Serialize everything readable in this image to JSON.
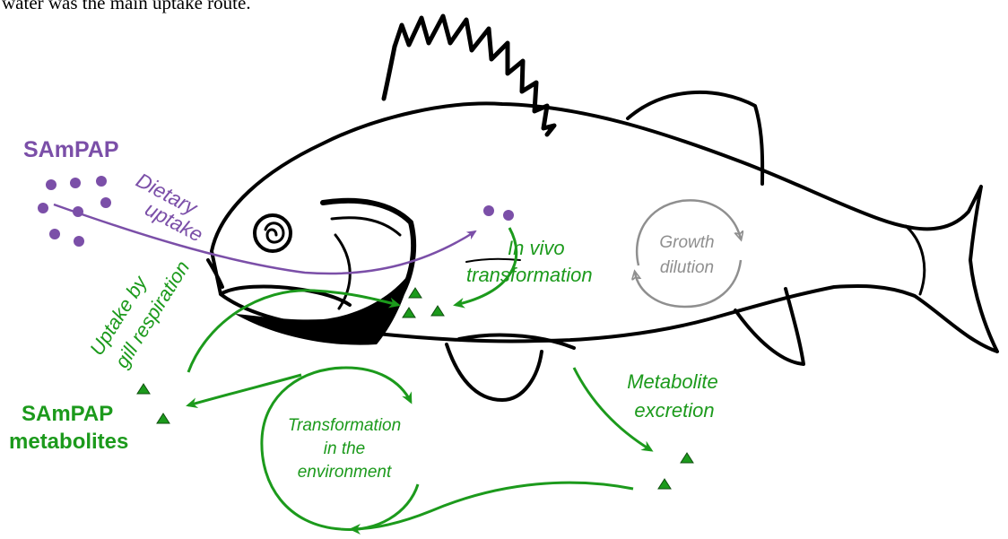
{
  "caption": "water was the main uptake route.",
  "colors": {
    "purple": "#7b4fa8",
    "green": "#1c9a1c",
    "gray": "#8f8f8f",
    "dark_green_marker": "#1a7a1a",
    "outline": "#000000"
  },
  "labels": {
    "sampap": "SAmPAP",
    "dietary_line1": "Dietary",
    "dietary_line2": "uptake",
    "in_vivo_line1": "In vivo",
    "in_vivo_line2": "transformation",
    "growth_line1": "Growth",
    "growth_line2": "dilution",
    "gill_line1": "Uptake by",
    "gill_line2": "gill respiration",
    "metabolites_line1": "SAmPAP",
    "metabolites_line2": "metabolites",
    "env_line1": "Transformation",
    "env_line2": "in the",
    "env_line3": "environment",
    "excretion_line1": "Metabolite",
    "excretion_line2": "excretion"
  },
  "icons": {
    "fish": "perch-fish-outline",
    "particle": "circle-dot",
    "metabolite": "triangle-marker",
    "cycle": "circular-arrows"
  }
}
